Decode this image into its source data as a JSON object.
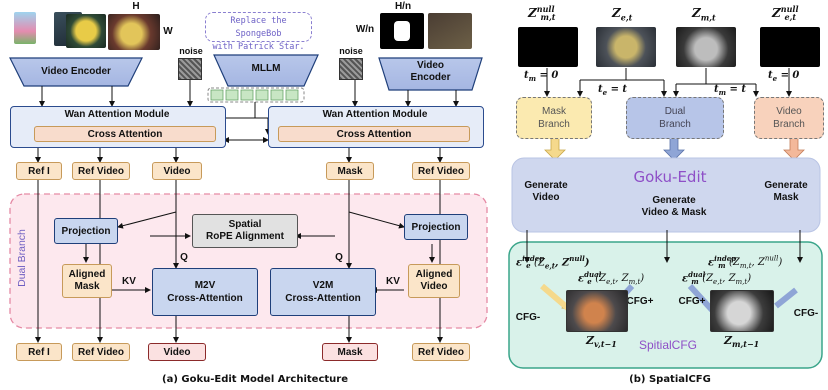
{
  "left": {
    "dims_H": "H",
    "dims_W": "W",
    "dims_Hn": "H/n",
    "dims_Wn": "W/n",
    "instruction_line1": "Replace the SpongeBob",
    "instruction_line2": "with Patrick Star.",
    "video_encoder_left": "Video Encoder",
    "video_encoder_right_line1": "Video",
    "video_encoder_right_line2": "Encoder",
    "mllm": "MLLM",
    "noise_left": "noise",
    "noise_right": "noise",
    "wan_left": "Wan Attention Module",
    "wan_right": "Wan Attention Module",
    "cross_attn_left": "Cross Attention",
    "cross_attn_right": "Cross Attention",
    "token_ref_i": "Ref I",
    "token_ref_video": "Ref Video",
    "token_video": "Video",
    "token_mask": "Mask",
    "token_ref_video_right": "Ref Video",
    "dual_branch": "Dual Branch",
    "projection_left": "Projection",
    "projection_right": "Projection",
    "spatial_rope_line1": "Spatial",
    "spatial_rope_line2": "RoPE Alignment",
    "aligned_mask_line1": "Aligned",
    "aligned_mask_line2": "Mask",
    "aligned_video_line1": "Aligned",
    "aligned_video_line2": "Video",
    "m2v_line1": "M2V",
    "m2v_line2": "Cross-Attention",
    "v2m_line1": "V2M",
    "v2m_line2": "Cross-Attention",
    "kv_left": "KV",
    "kv_right": "KV",
    "q_left": "Q",
    "q_right": "Q",
    "out_ref_i": "Ref I",
    "out_ref_video": "Ref Video",
    "out_video": "Video",
    "out_mask": "Mask",
    "out_ref_video_right": "Ref Video",
    "caption": "(a) Goku-Edit Model Architecture"
  },
  "right": {
    "z_m_null": "Z",
    "z_m_null_sup": "null",
    "z_m_null_sub": "m,t",
    "z_e": "Z",
    "z_e_sub": "e,t",
    "z_m": "Z",
    "z_m_sub": "m,t",
    "z_e_null": "Z",
    "z_e_null_sup": "null",
    "z_e_null_sub": "e,t",
    "t_m_0": "t",
    "t_m_0_sub": "m",
    "t_m_0_val": " = 0",
    "t_e_t": "t",
    "t_e_t_sub": "e",
    "t_e_t_val": " = t",
    "t_m_t": "t",
    "t_m_t_sub": "m",
    "t_m_t_val": " = t",
    "t_e_0": "t",
    "t_e_0_sub": "e",
    "t_e_0_val": " = 0",
    "mask_branch_line1": "Mask",
    "mask_branch_line2": "Branch",
    "dual_branch_line1": "Dual",
    "dual_branch_line2": "Branch",
    "video_branch_line1": "Video",
    "video_branch_line2": "Branch",
    "goku_edit": "Goku-Edit",
    "gen_video_line1": "Generate",
    "gen_video_line2": "Video",
    "gen_vm_line1": "Generate",
    "gen_vm_line2": "Video & Mask",
    "gen_mask_line1": "Generate",
    "gen_mask_line2": "Mask",
    "eps_e_indep": "ε",
    "eps_e_indep_sup": "indep",
    "eps_e_indep_sub": "e",
    "eps_e_indep_args": "(Z",
    "eps_e_dual": "ε",
    "eps_e_dual_sup": "dual",
    "eps_e_dual_sub": "e",
    "eps_m_dual": "ε",
    "eps_m_dual_sup": "dual",
    "eps_m_dual_sub": "m",
    "eps_m_indep": "ε",
    "eps_m_indep_sup": "indep",
    "eps_m_indep_sub": "m",
    "cfg_minus_left": "CFG-",
    "cfg_plus_left": "CFG+",
    "cfg_plus_right": "CFG+",
    "cfg_minus_right": "CFG-",
    "z_v_out": "Z",
    "z_v_out_sub": "v,t−1",
    "z_m_out": "Z",
    "z_m_out_sub": "m,t−1",
    "spitial_cfg": "SpitialCFG",
    "caption": "(b) SpatialCFG"
  },
  "colors": {
    "blue_box": "#c9d6ef",
    "blue_border": "#1f3f7a",
    "peach": "#fbe5c9",
    "pink_region": "#fde8ee",
    "output_pink": "#fbe1e1",
    "mllm_purple": "#7c7fc4",
    "teal_region": "#d9f2ea",
    "goku_purple": "#8e4fc7"
  }
}
